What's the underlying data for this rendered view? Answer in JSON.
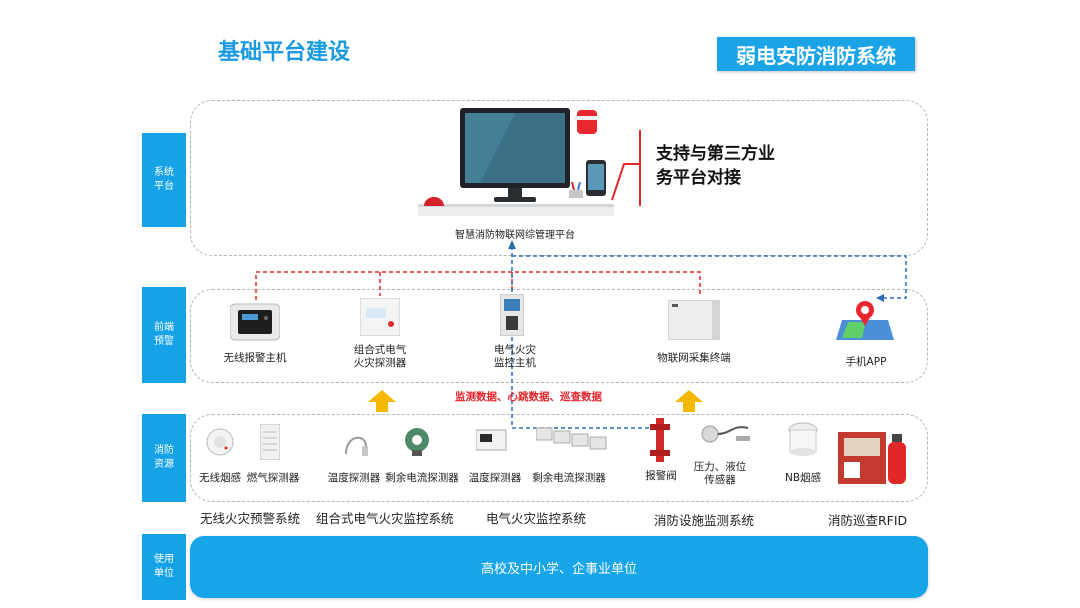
{
  "header": {
    "title": "基础平台建设",
    "badge": "弱电安防消防系统"
  },
  "side_labels": [
    "系统\n平台",
    "前端\n预警",
    "消防\n资源",
    "使用\n单位"
  ],
  "platform": {
    "name": "智慧消防物联网综管理平台",
    "support_line1": "支持与第三方业",
    "support_line2": "务平台对接"
  },
  "frontend": [
    {
      "label": "无线报警主机"
    },
    {
      "label": "组合式电气\n火灾探测器"
    },
    {
      "label": "电气火灾\n监控主机"
    },
    {
      "label": "物联网采集终端"
    },
    {
      "label": "手机APP"
    }
  ],
  "flow_text": "监测数据、心跳数据、巡查数据",
  "resources": [
    {
      "label": "无线烟感"
    },
    {
      "label": "燃气探测器"
    },
    {
      "label": "温度探测器"
    },
    {
      "label": "剩余电流探测器"
    },
    {
      "label": "温度探测器"
    },
    {
      "label": "剩余电流探测器"
    },
    {
      "label": "报警阀"
    },
    {
      "label": "压力、液位\n传感器"
    },
    {
      "label": "NB烟感"
    }
  ],
  "systems": [
    "无线火灾预警系统",
    "组合式电气火灾监控系统",
    "电气火灾监控系统",
    "消防设施监测系统",
    "消防巡查RFID"
  ],
  "users": "高校及中小学、企事业单位",
  "colors": {
    "accent": "#16a2e6",
    "red_dash": "#e02828",
    "blue_dash": "#2a6fb5",
    "arrow": "#f5b800"
  }
}
